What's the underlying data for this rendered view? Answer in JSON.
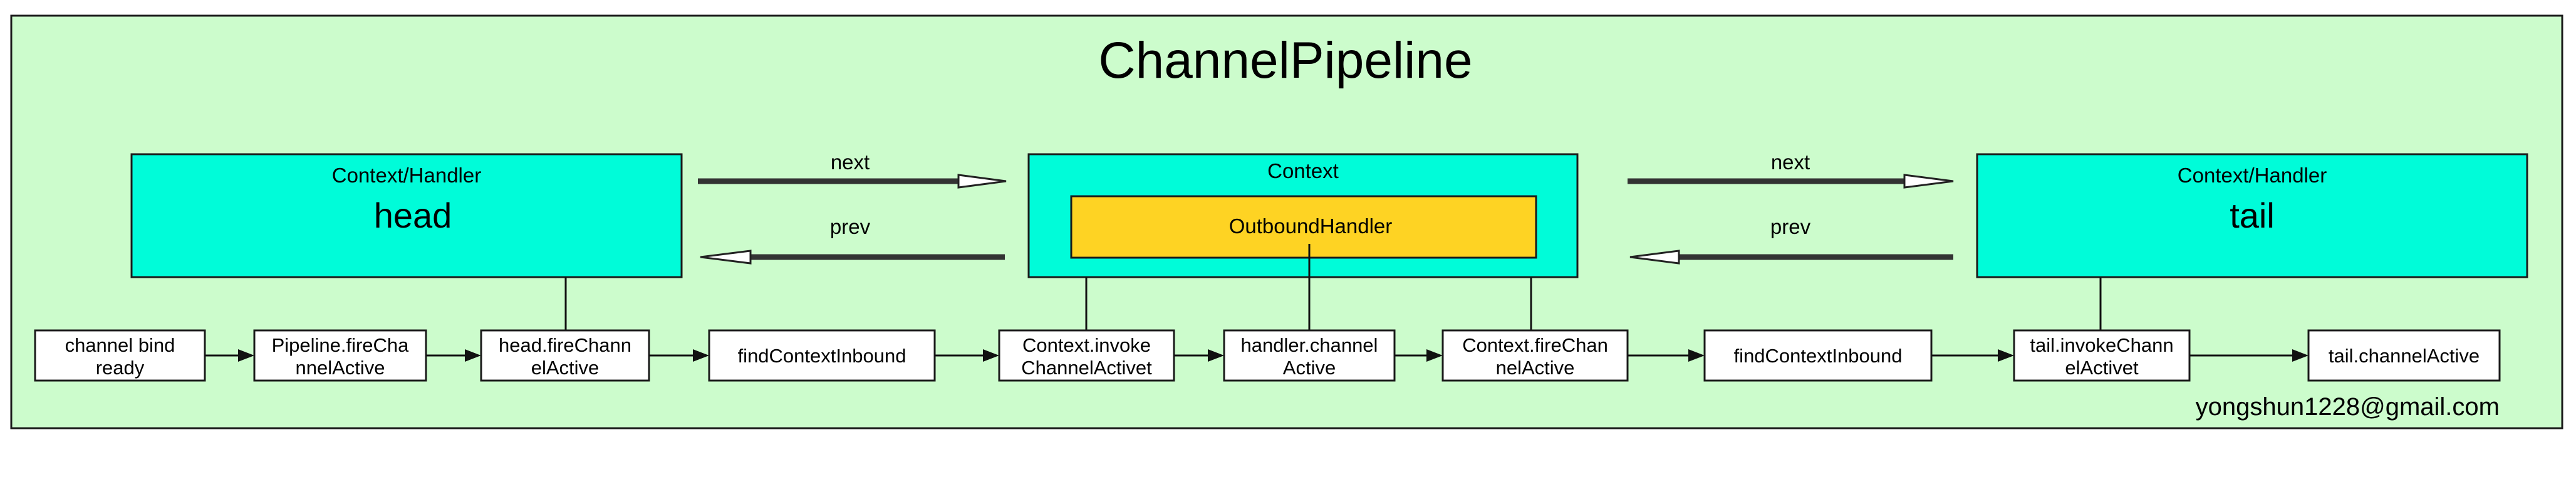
{
  "title": "ChannelPipeline",
  "contexts": [
    {
      "id": "head",
      "caption": "Context/Handler",
      "name": "head"
    },
    {
      "id": "middle",
      "caption": "Context",
      "handler": "OutboundHandler"
    },
    {
      "id": "tail",
      "caption": "Context/Handler",
      "name": "tail"
    }
  ],
  "links": [
    {
      "next": "next",
      "prev": "prev"
    },
    {
      "next": "next",
      "prev": "prev"
    }
  ],
  "flow": [
    [
      "channel bind",
      "ready"
    ],
    [
      "Pipeline.fireCha",
      "nnelActive"
    ],
    [
      "head.fireChann",
      "elActive"
    ],
    [
      "findContextInbound"
    ],
    [
      "Context.invoke",
      "ChannelActivet"
    ],
    [
      "handler.channel",
      "Active"
    ],
    [
      "Context.fireChan",
      "nelActive"
    ],
    [
      "findContextInbound"
    ],
    [
      "tail.invokeChann",
      "elActivet"
    ],
    [
      "tail.channelActive"
    ]
  ],
  "watermark": "yongshun1228@gmail.com",
  "colors": {
    "frame_fill": "#ccfccc",
    "context_fill": "#00fcd9",
    "handler_fill": "#fed323"
  }
}
